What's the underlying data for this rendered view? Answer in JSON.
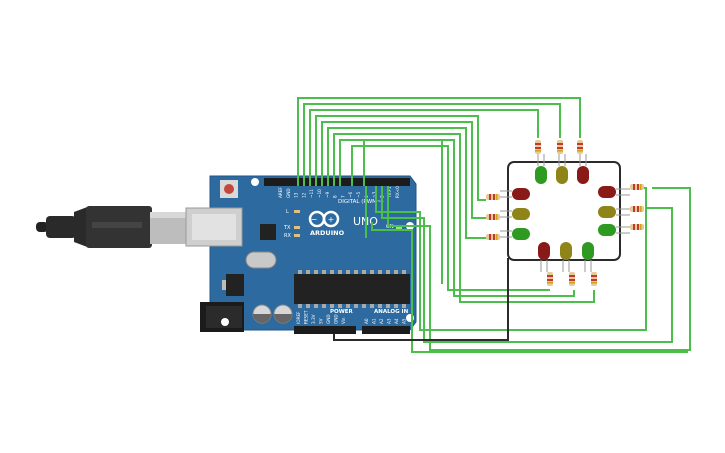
{
  "board": {
    "brand": "ARDUINO",
    "model": "UNO",
    "digital_label": "DIGITAL (PWM~)",
    "power_label": "POWER",
    "analog_label": "ANALOG IN",
    "on_label": "ON",
    "l_label": "L",
    "tx_label": "TX",
    "rx_label": "RX",
    "digital_pins": [
      "AREF",
      "GND",
      "13",
      "12",
      "~11",
      "~10",
      "~9",
      "8",
      "7",
      "~6",
      "~5",
      "4",
      "~3",
      "2",
      "TX>1",
      "RX<0"
    ],
    "power_pins": [
      "IOREF",
      "RESET",
      "3.3V",
      "5V",
      "GND",
      "GND",
      "Vin"
    ],
    "analog_pins": [
      "A0",
      "A1",
      "A2",
      "A3",
      "A4",
      "A5"
    ]
  },
  "colors": {
    "board": "#2c6aa0",
    "wire_green": "#4cbe4c",
    "wire_black": "#2b2b2b",
    "led_red": "#8a1a18",
    "led_yellow": "#8e8418",
    "led_green": "#2f9a22",
    "resistor_body": "#e8c99a"
  },
  "icons": {
    "usb": "usb-cable-icon",
    "reset": "reset-button-icon"
  }
}
